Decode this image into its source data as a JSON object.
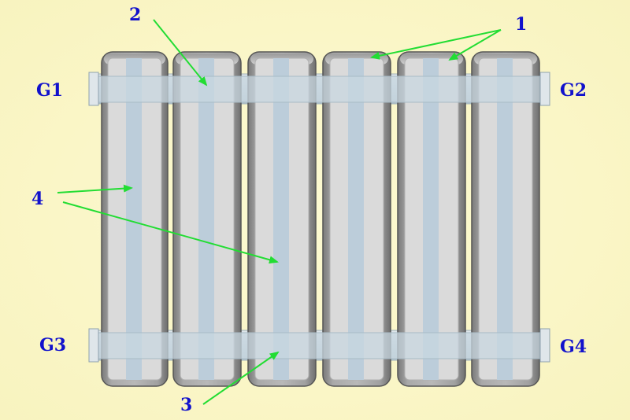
{
  "labels": {
    "g1": "G1",
    "g2": "G2",
    "g3": "G3",
    "g4": "G4",
    "n1": "1",
    "n2": "2",
    "n3": "3",
    "n4": "4"
  },
  "colors": {
    "background": "#fbf7c6",
    "section_outer": "#8c8c8c",
    "section_inner": "#d9d9d9",
    "channel": "#b9cad8",
    "collector": "#c4d3dc",
    "arrow": "#22dd33",
    "label": "#1111cc"
  },
  "sections": 6
}
